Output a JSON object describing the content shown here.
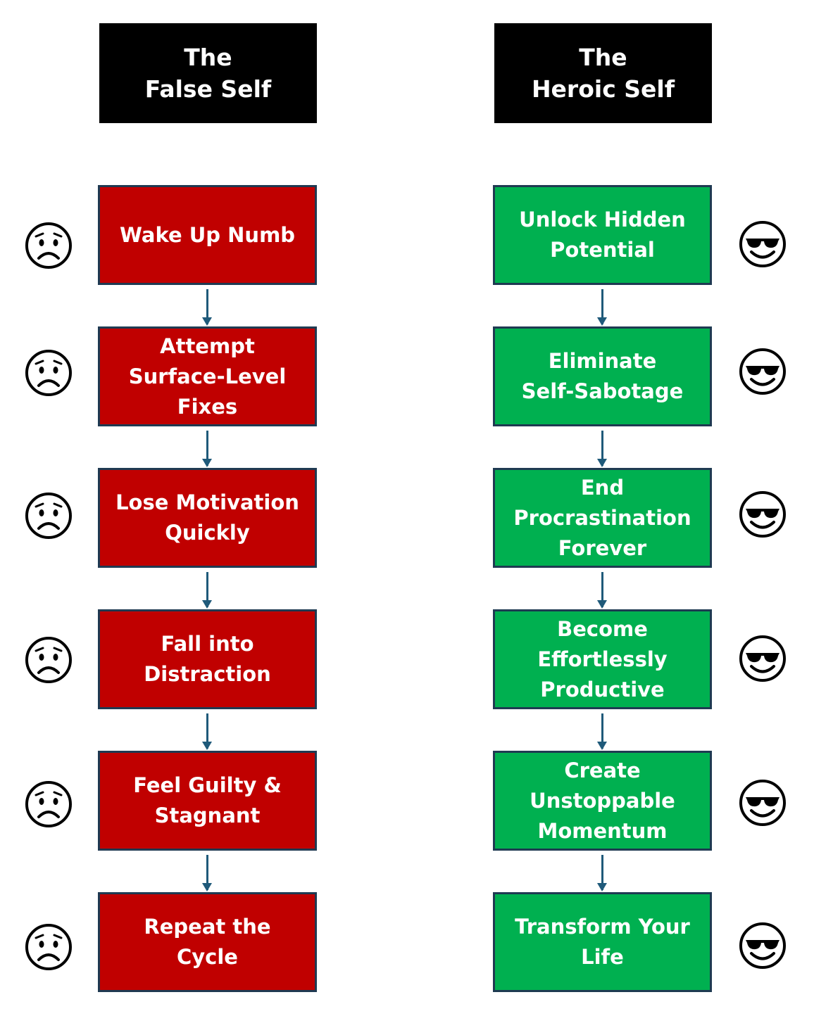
{
  "headers": {
    "false_self": [
      "The",
      "False Self"
    ],
    "heroic_self": [
      "The",
      "Heroic Self"
    ]
  },
  "false_self_steps": [
    [
      "Wake Up Numb"
    ],
    [
      "Attempt",
      "Surface-Level",
      "Fixes"
    ],
    [
      "Lose Motivation",
      "Quickly"
    ],
    [
      "Fall into",
      "Distraction"
    ],
    [
      "Feel Guilty &",
      "Stagnant"
    ],
    [
      "Repeat the",
      "Cycle"
    ]
  ],
  "heroic_self_steps": [
    [
      "Unlock Hidden",
      "Potential"
    ],
    [
      "Eliminate",
      "Self-Sabotage"
    ],
    [
      "End",
      "Procrastination",
      "Forever"
    ],
    [
      "Become",
      "Effortlessly",
      "Productive"
    ],
    [
      "Create",
      "Unstoppable",
      "Momentum"
    ],
    [
      "Transform Your",
      "Life"
    ]
  ],
  "icons": {
    "false_self": "worried-face-icon",
    "heroic_self": "sunglasses-face-icon"
  },
  "colors": {
    "header_bg": "#000000",
    "false_self_box": "#c00000",
    "heroic_self_box": "#00b050",
    "box_border": "#1f3a52",
    "arrow": "#1f5a7a",
    "text": "#ffffff"
  }
}
